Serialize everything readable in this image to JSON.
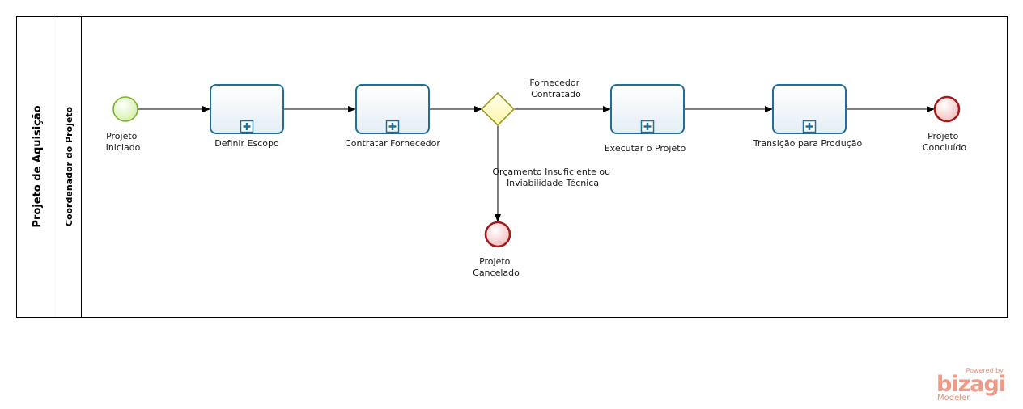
{
  "pool": {
    "name": "Projeto de Aquisição"
  },
  "lane": {
    "name": "Coordenador do Projeto"
  },
  "events": {
    "start": {
      "line1": "Projeto",
      "line2": "Iniciado"
    },
    "cancel": {
      "line1": "Projeto",
      "line2": "Cancelado"
    },
    "end": {
      "line1": "Projeto",
      "line2": "Concluído"
    }
  },
  "tasks": [
    {
      "label": "Definir Escopo"
    },
    {
      "label": "Contratar Fornecedor"
    },
    {
      "label": "Executar o Projeto"
    },
    {
      "label": "Transição para Produção"
    }
  ],
  "flows": {
    "contracted": {
      "line1": "Fornecedor",
      "line2": "Contratado"
    },
    "insufficient": {
      "line1": "Orçamento Insuficiente ou",
      "line2": "Inviabilidade Técnica"
    }
  },
  "branding": {
    "powered": "Powered by",
    "name": "bizagi",
    "product": "Modeler"
  },
  "colors": {
    "task_border": "#1f6f97",
    "start_fill": "#e3f5c1",
    "start_stroke": "#7bb02c",
    "end_fill": "#f6d2d2",
    "end_stroke": "#a01d1d",
    "gateway_fill": "#fffbc9",
    "gateway_stroke": "#9a9a1e",
    "brand": "#ee9a86"
  }
}
